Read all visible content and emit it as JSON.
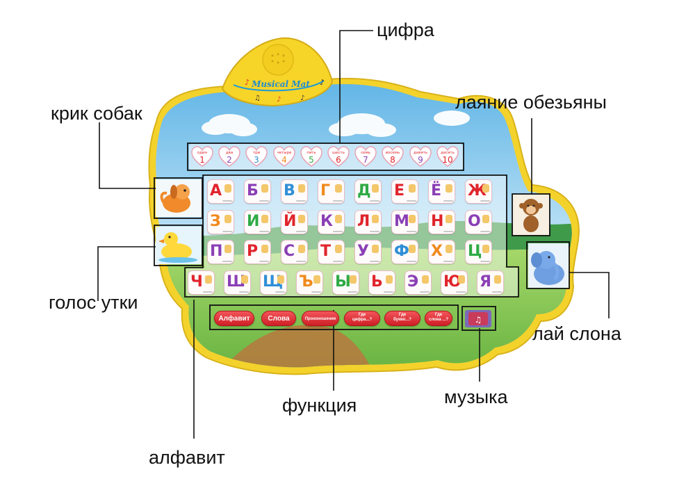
{
  "callouts": {
    "digits": "цифра",
    "dog": "крик собак",
    "monkey": "лаяние обезьяны",
    "duck": "голос утки",
    "elephant": "лай слона",
    "function": "функция",
    "music": "музыка",
    "alphabet": "алфавит"
  },
  "mat": {
    "logo_text": "Musical Mat",
    "digit_keys": [
      {
        "word": "один",
        "digit": "1"
      },
      {
        "word": "два",
        "digit": "2"
      },
      {
        "word": "три",
        "digit": "3"
      },
      {
        "word": "четыре",
        "digit": "4"
      },
      {
        "word": "пять",
        "digit": "5"
      },
      {
        "word": "шесть",
        "digit": "6"
      },
      {
        "word": "семь",
        "digit": "7"
      },
      {
        "word": "восемь",
        "digit": "8"
      },
      {
        "word": "девять",
        "digit": "9"
      },
      {
        "word": "десять",
        "digit": "10"
      }
    ],
    "letter_rows": [
      [
        "А",
        "Б",
        "В",
        "Г",
        "Д",
        "Е",
        "Ё",
        "Ж"
      ],
      [
        "З",
        "И",
        "Й",
        "К",
        "Л",
        "М",
        "Н",
        "О"
      ],
      [
        "П",
        "Р",
        "С",
        "Т",
        "У",
        "Ф",
        "Х",
        "Ц"
      ],
      [
        "Ч",
        "Ш",
        "Щ",
        "Ъ",
        "Ы",
        "Ь",
        "Э",
        "Ю",
        "Я"
      ]
    ],
    "letter_colors": [
      "#e0242c",
      "#8a3fb5",
      "#2f8fd6",
      "#f08a1c",
      "#2faa46",
      "#e0242c",
      "#8a3fb5",
      "#e0242c",
      "#8a3fb5"
    ],
    "function_buttons": [
      {
        "label": "Алфавит",
        "lines": [
          "Алфавит"
        ]
      },
      {
        "label": "Слова",
        "lines": [
          "Слова"
        ]
      },
      {
        "label": "Произношение",
        "lines": [
          "Произношение"
        ]
      },
      {
        "label": "Где цифра...?",
        "lines": [
          "Где",
          "цифра...?"
        ]
      },
      {
        "label": "Где букво...?",
        "lines": [
          "Где",
          "букво...?"
        ]
      },
      {
        "label": "Где слова ...?",
        "lines": [
          "Где",
          "слова ...?"
        ]
      }
    ],
    "colors": {
      "frame_yellow": "#f3d22d",
      "sky": "#7fc4ec",
      "grass": "#7cc655",
      "button_red": "#d7252c",
      "digit_heart_border": "#e8a2b4",
      "highlight_box": "#111111"
    }
  }
}
